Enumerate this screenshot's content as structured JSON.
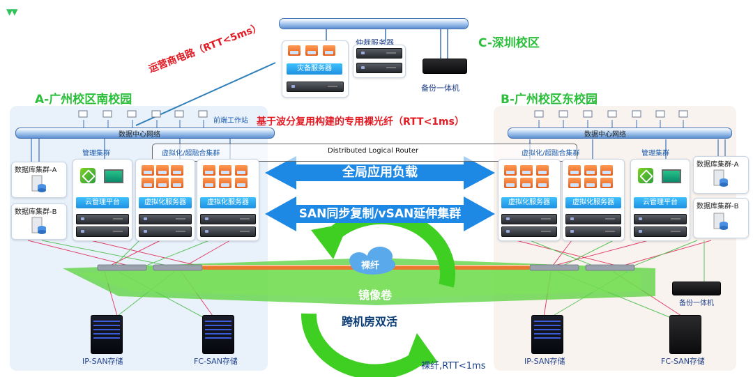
{
  "campus": {
    "a_title": "A-广州校区南校园",
    "b_title": "B-广州校区东校园",
    "c_title": "C-深圳校区"
  },
  "links": {
    "carrier_link": "运营商电路（RTT<5ms）",
    "dwdm_fiber": "基于波分复用构建的专用裸光纤（RTT<1ms）",
    "bare_fiber_rtt": "裸纤,RTT<1ms"
  },
  "labels": {
    "arbiter_server": "仲裁服务器",
    "dr_server": "灾备服务器",
    "backup_appliance": "备份一体机",
    "frontend_workstation": "前端工作站",
    "dc_network": "数据中心网络",
    "mgmt_cluster": "管理集群",
    "hci_cluster": "虚拟化/超融合集群",
    "dlr": "Distributed Logical Router",
    "db_cluster_a": "数据库集群-A",
    "db_cluster_b": "数据库集群-B",
    "cloud_mgmt": "云管理平台",
    "virt_server": "虚拟化服务器",
    "global_lb": "全局应用负载",
    "san_sync": "SAN同步复制/vSAN延伸集群",
    "bare_fiber": "裸纤",
    "mirror_volume": "镜像卷",
    "cross_dc": "跨机房双活",
    "ip_san": "IP-SAN存储",
    "fc_san": "FC-SAN存储"
  },
  "icons": {
    "corner": "chevrons-icon",
    "workstation": "workstation-icon",
    "database": "database-server-icon",
    "vm": "vm-icon",
    "storage": "storage-array-icon"
  },
  "colors": {
    "site_title": "#2bbf3b",
    "red_text": "#e01b24",
    "arrow_blue": "#1e88e5",
    "ring_green": "#3ccf1e"
  }
}
